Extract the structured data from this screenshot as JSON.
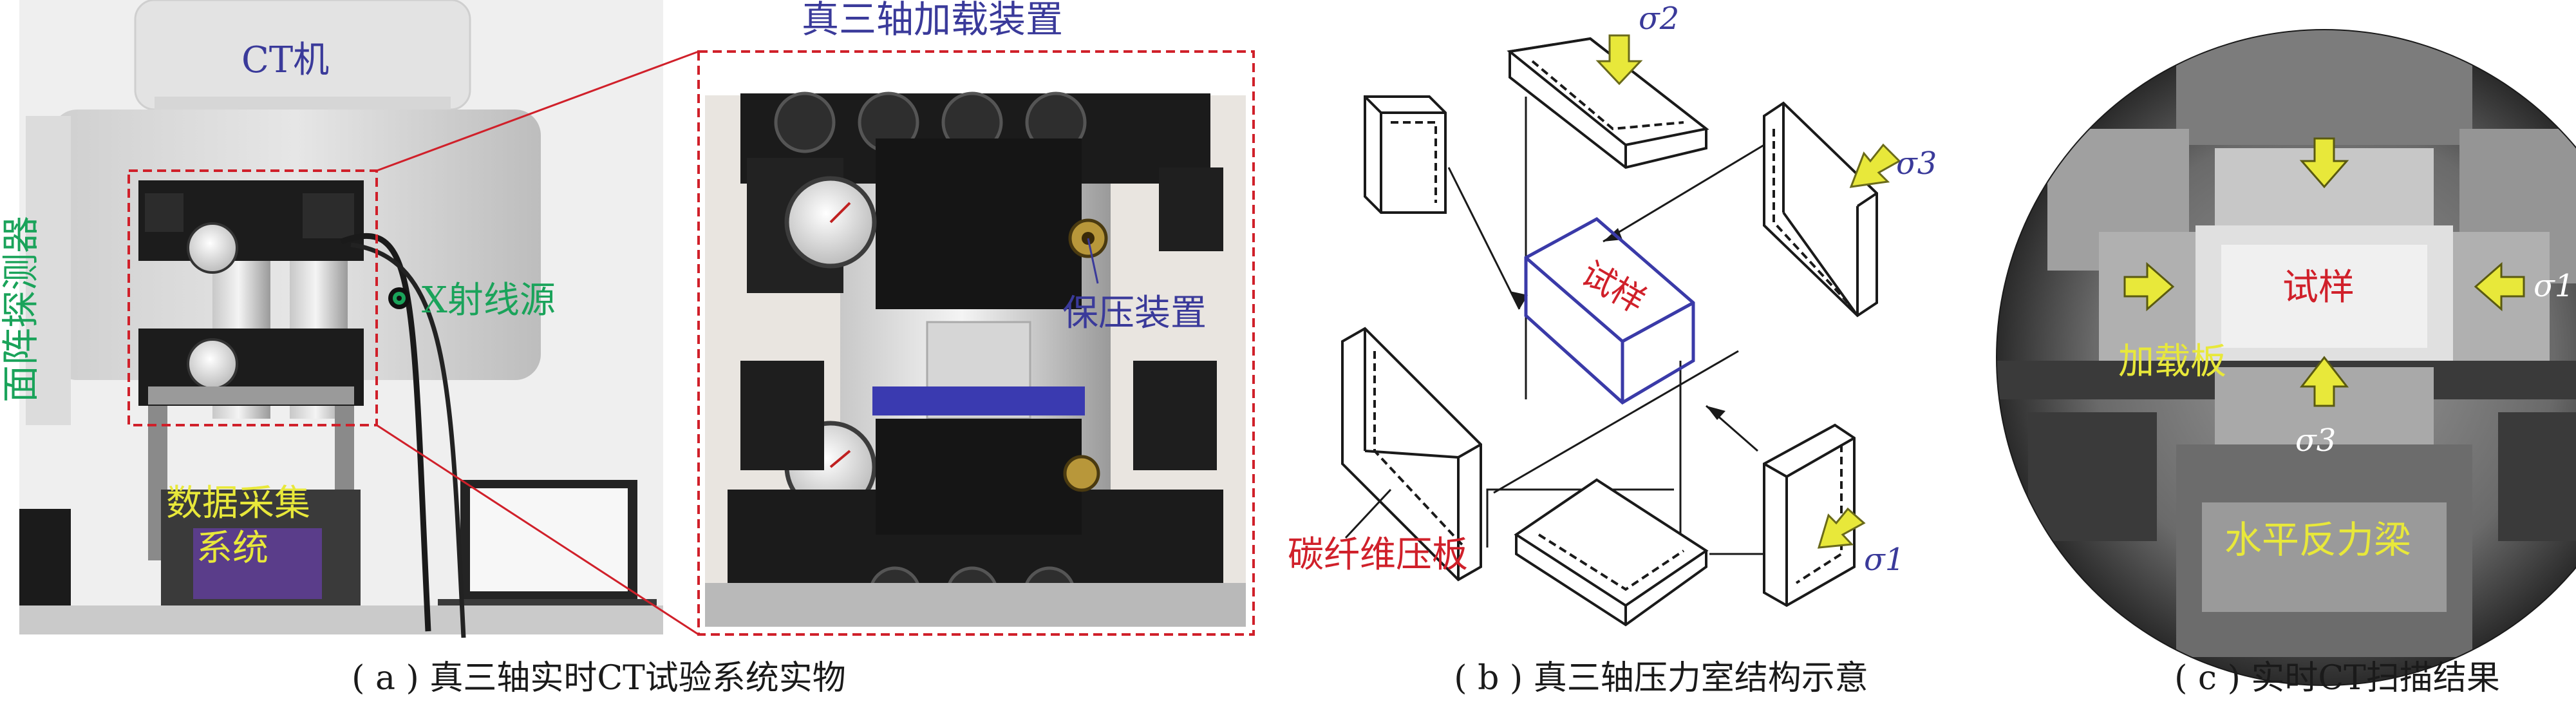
{
  "panel_a": {
    "ct_machine": "CT机",
    "flat_detector": "面阵探测器",
    "xray_source": "X射线源",
    "data_acq_line1": "数据采集",
    "data_acq_line2": "系统",
    "loading_device_title": "真三轴加载装置",
    "pressure_holding": "保压装置",
    "caption": "( a ) 真三轴实时CT试验系统实物"
  },
  "panel_b": {
    "specimen": "试样",
    "carbon_plate": "碳纤维压板",
    "sigma1": "σ1",
    "sigma2": "σ2",
    "sigma3": "σ3",
    "caption": "( b ) 真三轴压力室结构示意"
  },
  "panel_c": {
    "specimen": "试样",
    "loading_plate": "加载板",
    "reaction_beam": "水平反力梁",
    "sigma1": "σ1",
    "sigma3": "σ3",
    "caption": "( c ) 实时CT扫描结果"
  },
  "colors": {
    "red": "#d0202a",
    "blue": "#3a3a9a",
    "green": "#1aa35a",
    "yellow": "#e8e83a"
  }
}
